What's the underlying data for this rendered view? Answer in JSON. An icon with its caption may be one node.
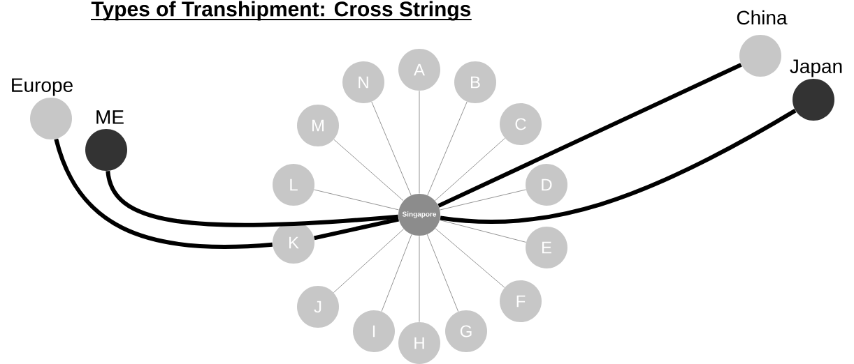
{
  "diagram": {
    "title": "Types of Transhipment: Cross Strings",
    "nodes": [
      {
        "text": [
          "Singapore"
        ]
      },
      {
        "text": [
          "A"
        ]
      },
      {
        "text": [
          "B"
        ]
      },
      {
        "text": [
          "C"
        ]
      },
      {
        "text": [
          "D"
        ]
      },
      {
        "text": [
          "E"
        ]
      },
      {
        "text": [
          "F"
        ]
      },
      {
        "text": [
          "G"
        ]
      },
      {
        "text": [
          "H"
        ]
      },
      {
        "text": [
          "I"
        ]
      },
      {
        "text": [
          "J"
        ]
      },
      {
        "text": [
          "K"
        ]
      },
      {
        "text": [
          "L"
        ]
      },
      {
        "text": [
          "M"
        ]
      },
      {
        "text": [
          "N"
        ]
      },
      {
        "text": [
          "Europe"
        ]
      },
      {
        "text": [
          "ME"
        ]
      },
      {
        "text": [
          "China"
        ]
      },
      {
        "text": [
          "Japan"
        ]
      }
    ],
    "edges": [
      {
        "from": 0,
        "to": 1,
        "arrow": "none"
      },
      {
        "from": 0,
        "to": 2,
        "arrow": "none"
      },
      {
        "from": 0,
        "to": 3,
        "arrow": "none"
      },
      {
        "from": 0,
        "to": 4,
        "arrow": "none"
      },
      {
        "from": 0,
        "to": 5,
        "arrow": "none"
      },
      {
        "from": 0,
        "to": 6,
        "arrow": "none"
      },
      {
        "from": 0,
        "to": 7,
        "arrow": "none"
      },
      {
        "from": 0,
        "to": 8,
        "arrow": "none"
      },
      {
        "from": 0,
        "to": 9,
        "arrow": "none"
      },
      {
        "from": 0,
        "to": 10,
        "arrow": "none"
      },
      {
        "from": 0,
        "to": 11,
        "arrow": "none"
      },
      {
        "from": 0,
        "to": 12,
        "arrow": "none"
      },
      {
        "from": 0,
        "to": 13,
        "arrow": "none"
      },
      {
        "from": 0,
        "to": 14,
        "arrow": "none"
      },
      {
        "from": 15,
        "to": 11,
        "arrow": "none",
        "style": "thick"
      },
      {
        "from": 11,
        "to": 0,
        "arrow": "none",
        "style": "thick"
      },
      {
        "from": 16,
        "to": 0,
        "arrow": "none",
        "style": "thick"
      },
      {
        "from": 0,
        "to": 17,
        "arrow": "none",
        "style": "thick"
      },
      {
        "from": 0,
        "to": 18,
        "arrow": "none",
        "style": "thick"
      }
    ]
  }
}
